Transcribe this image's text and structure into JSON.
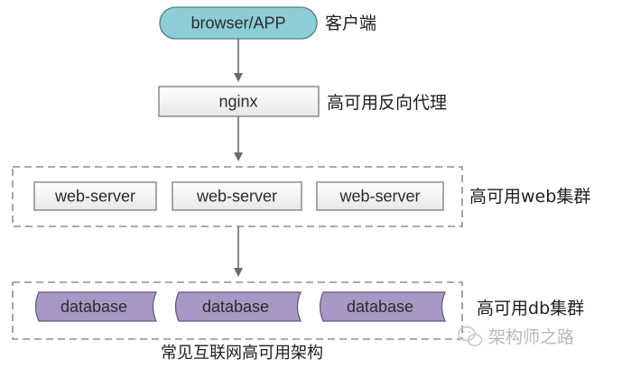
{
  "client": {
    "label": "browser/APP",
    "side_label": "客户端"
  },
  "proxy": {
    "label": "nginx",
    "side_label": "高可用反向代理"
  },
  "web_cluster": {
    "side_label_prefix": "高可用",
    "side_label_latin": "web",
    "side_label_suffix": "集群",
    "servers": [
      "web-server",
      "web-server",
      "web-server"
    ]
  },
  "db_cluster": {
    "side_label_prefix": "高可用",
    "side_label_latin": "db",
    "side_label_suffix": "集群",
    "databases": [
      "database",
      "database",
      "database"
    ]
  },
  "caption": "常见互联网高可用架构",
  "watermark": "架构师之路",
  "colors": {
    "client_fill": "#8fcdd6",
    "box_fill": "#f3f3f3",
    "db_fill": "#a898c6",
    "arrow": "#6b6b6b",
    "dash": "#777777"
  }
}
